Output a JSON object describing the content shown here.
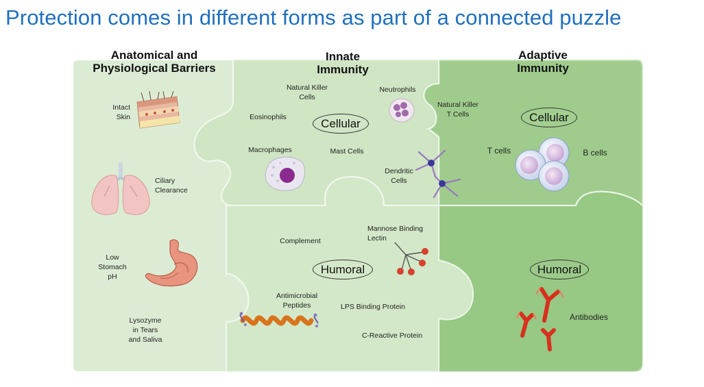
{
  "title": "Protection comes in different forms as part of a connected puzzle",
  "sections": {
    "barriers": {
      "heading_line1": "Anatomical and",
      "heading_line2": "Physiological Barriers",
      "items": {
        "skin_1": "Intact",
        "skin_2": "Skin",
        "ciliary_1": "Ciliary",
        "ciliary_2": "Clearance",
        "stomach_1": "Low",
        "stomach_2": "Stomach",
        "stomach_3": "pH",
        "lysozyme_1": "Lysozyme",
        "lysozyme_2": "in Tears",
        "lysozyme_3": "and Saliva"
      }
    },
    "innate": {
      "heading_line1": "Innate",
      "heading_line2": "Immunity",
      "cellular_label": "Cellular",
      "humoral_label": "Humoral",
      "cellular_items": {
        "nk_1": "Natural Killer",
        "nk_2": "Cells",
        "neutrophils": "Neutrophils",
        "eosinophils": "Eosinophils",
        "macrophages": "Macrophages",
        "mast_cells": "Mast Cells",
        "dendritic_1": "Dendritic",
        "dendritic_2": "Cells"
      },
      "humoral_items": {
        "complement": "Complement",
        "mbl_1": "Mannose Binding",
        "mbl_2": "Lectin",
        "amp_1": "Antimicrobial",
        "amp_2": "Peptides",
        "lps": "LPS Binding Protein",
        "crp": "C-Reactive Protein"
      }
    },
    "adaptive": {
      "heading_line1": "Adaptive",
      "heading_line2": "Immunity",
      "cellular_label": "Cellular",
      "humoral_label": "Humoral",
      "items": {
        "nkt_1": "Natural Killer",
        "nkt_2": "T Cells",
        "t_cells": "T cells",
        "b_cells": "B cells",
        "antibodies": "Antibodies"
      }
    }
  },
  "colors": {
    "title_blue": "#1f6fbf",
    "barrier_green": "#dcecd4",
    "innate_green": "#cfe5c4",
    "adaptive_green": "#9fcc8c"
  },
  "icons": [
    "skin-illustration",
    "lungs-illustration",
    "stomach-illustration",
    "neutrophil-illustration",
    "macrophage-illustration",
    "dendritic-cell-illustration",
    "lymphocytes-illustration",
    "mannose-binding-lectin-illustration",
    "antimicrobial-peptide-illustration",
    "antibodies-illustration"
  ]
}
